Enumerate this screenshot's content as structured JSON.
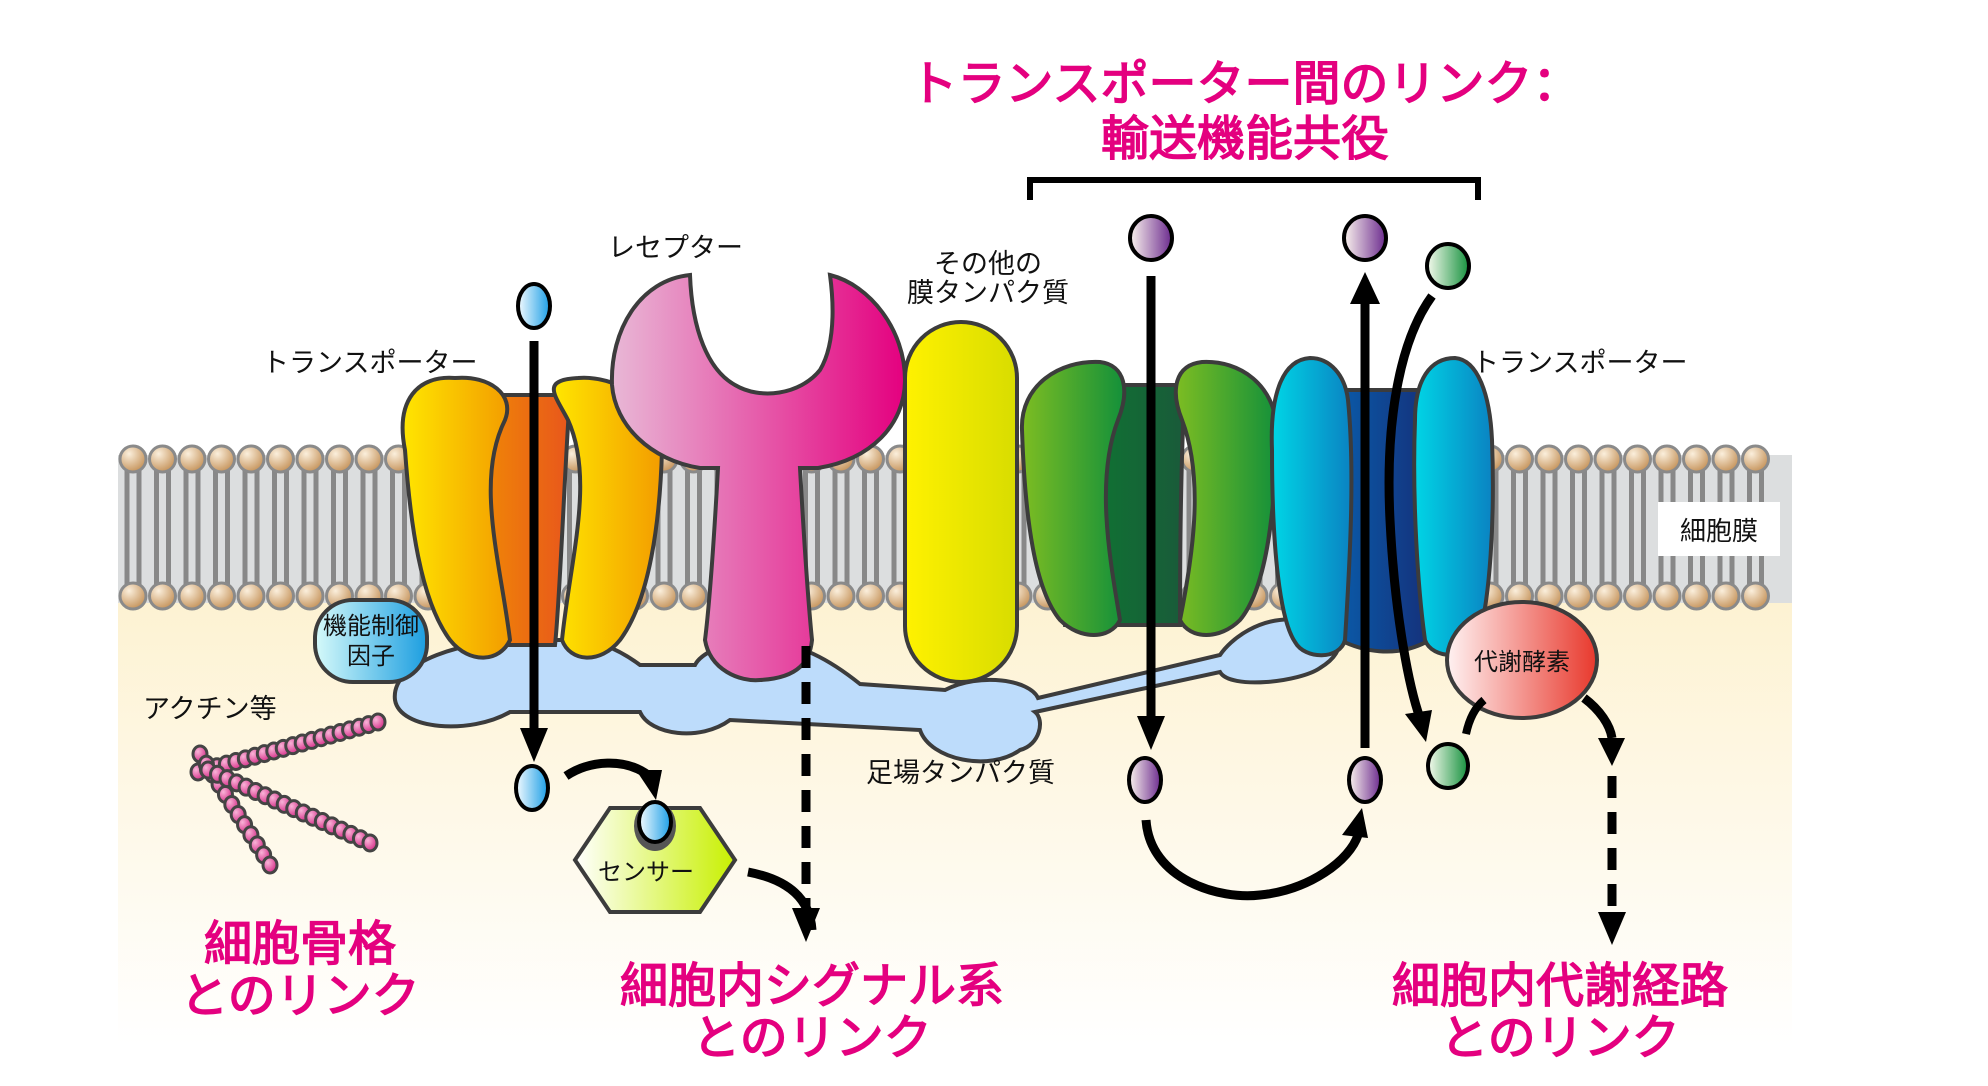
{
  "title": {
    "line1": "トランスポーター間のリンク：",
    "line2": "輸送機能共役"
  },
  "labels": {
    "transporter_left": "トランスポーター",
    "receptor": "レセプター",
    "other_membrane_protein_line1": "その他の",
    "other_membrane_protein_line2": "膜タンパク質",
    "transporter_right": "トランスポーター",
    "cell_membrane": "細胞膜",
    "regulatory_factor_line1": "機能制御",
    "regulatory_factor_line2": "因子",
    "actin": "アクチン等",
    "sensor": "センサー",
    "scaffold_protein": "足場タンパク質",
    "metabolic_enzyme": "代謝酵素"
  },
  "links": {
    "cytoskeleton_line1": "細胞骨格",
    "cytoskeleton_line2": "とのリンク",
    "signaling_line1": "細胞内シグナル系",
    "signaling_line2": "とのリンク",
    "metabolism_line1": "細胞内代謝経路",
    "metabolism_line2": "とのリンク"
  },
  "colors": {
    "accent_pink": "#e4007f",
    "cytoplasm": "#fdf3d6",
    "membrane_tail": "#dcdedf",
    "lipid_head": "#c89a62",
    "scaffold": "#bddcfb",
    "substrate_blue": "#1ea0e6",
    "substrate_purple": "#6e2a90",
    "substrate_green": "#1a9640"
  }
}
